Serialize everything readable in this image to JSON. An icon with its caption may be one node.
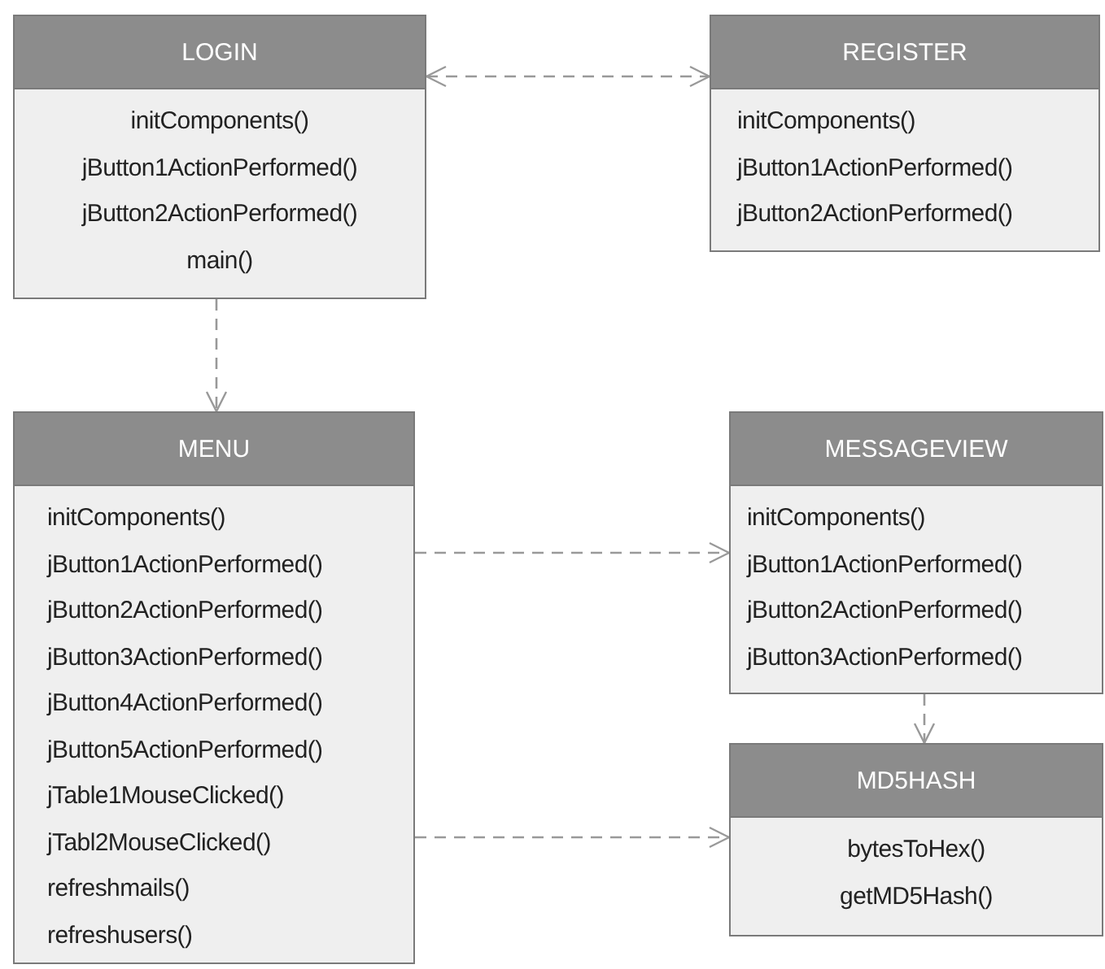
{
  "diagram": {
    "nodes": [
      {
        "text": [
          "LOGIN",
          "initComponents()",
          "jButton1ActionPerformed()",
          "jButton2ActionPerformed()",
          "main()"
        ]
      },
      {
        "text": [
          "REGISTER",
          "initComponents()",
          "jButton1ActionPerformed()",
          "jButton2ActionPerformed()"
        ]
      },
      {
        "text": [
          "MENU",
          "initComponents()",
          "jButton1ActionPerformed()",
          "jButton2ActionPerformed()",
          "jButton3ActionPerformed()",
          "jButton4ActionPerformed()",
          "jButton5ActionPerformed()",
          "jTable1MouseClicked()",
          "jTabl2MouseClicked()",
          "refreshmails()",
          "refreshusers()"
        ]
      },
      {
        "text": [
          "MESSAGEVIEW",
          "initComponents()",
          "jButton1ActionPerformed()",
          "jButton2ActionPerformed()",
          "jButton3ActionPerformed()"
        ]
      },
      {
        "text": [
          "MD5HASH",
          "bytesToHex()",
          "getMD5Hash()"
        ]
      }
    ],
    "edges": [
      {
        "from": 0,
        "to": 1,
        "arrow": "both",
        "style": "dashed"
      },
      {
        "from": 0,
        "to": 2,
        "arrow": "to",
        "style": "dashed"
      },
      {
        "from": 2,
        "to": 3,
        "arrow": "to",
        "style": "dashed"
      },
      {
        "from": 3,
        "to": 4,
        "arrow": "to",
        "style": "dashed"
      },
      {
        "from": 2,
        "to": 4,
        "arrow": "to",
        "style": "dashed"
      }
    ]
  }
}
